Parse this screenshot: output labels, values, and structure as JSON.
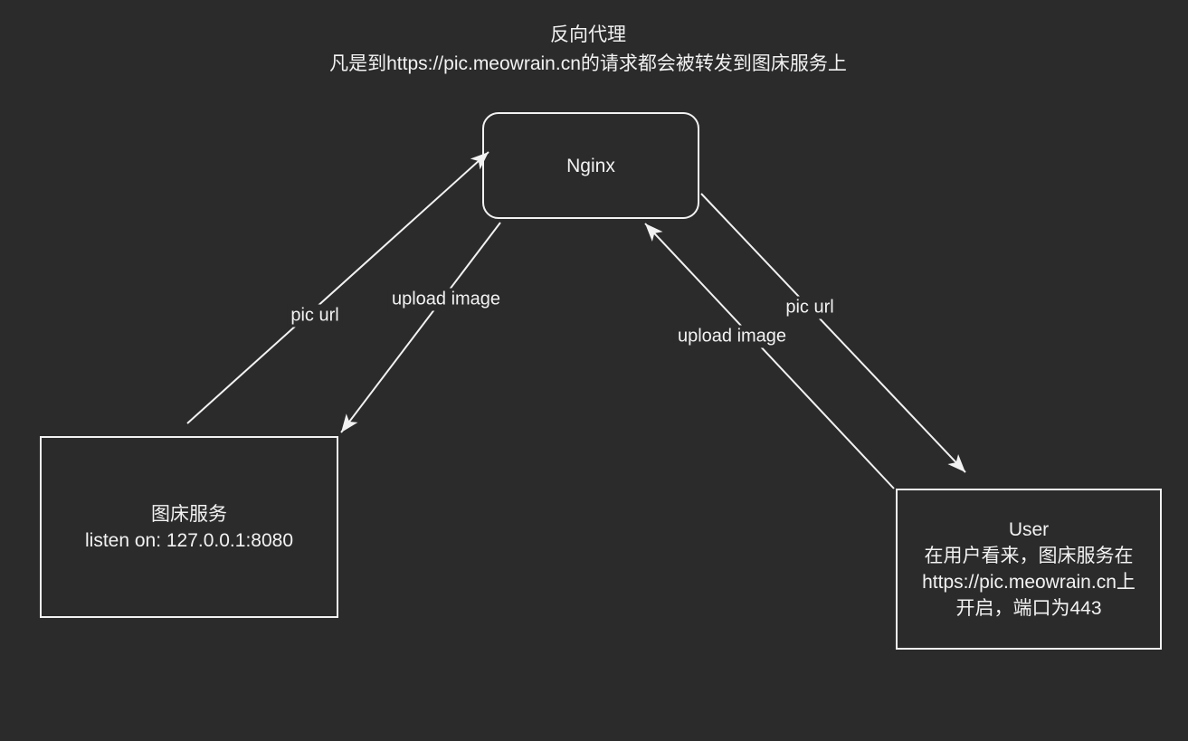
{
  "canvas": {
    "background": "#2b2b2b",
    "stroke": "#f2f2f2",
    "text": "#f2f2f2"
  },
  "title": {
    "line1": "反向代理",
    "line2": "凡是到https://pic.meowrain.cn的请求都会被转发到图床服务上"
  },
  "nodes": {
    "nginx": {
      "label": "Nginx"
    },
    "image_host": {
      "name": "图床服务",
      "listen": "listen on: 127.0.0.1:8080"
    },
    "user": {
      "name": "User",
      "line1": "在用户看来，图床服务在",
      "line2": "https://pic.meowrain.cn上",
      "line3": "开启，端口为443"
    }
  },
  "edges": [
    {
      "label": "pic url",
      "from": "image_host",
      "to": "nginx"
    },
    {
      "label": "upload image",
      "from": "nginx",
      "to": "image_host"
    },
    {
      "label": "pic url",
      "from": "nginx",
      "to": "user"
    },
    {
      "label": "upload image",
      "from": "user",
      "to": "nginx"
    }
  ]
}
